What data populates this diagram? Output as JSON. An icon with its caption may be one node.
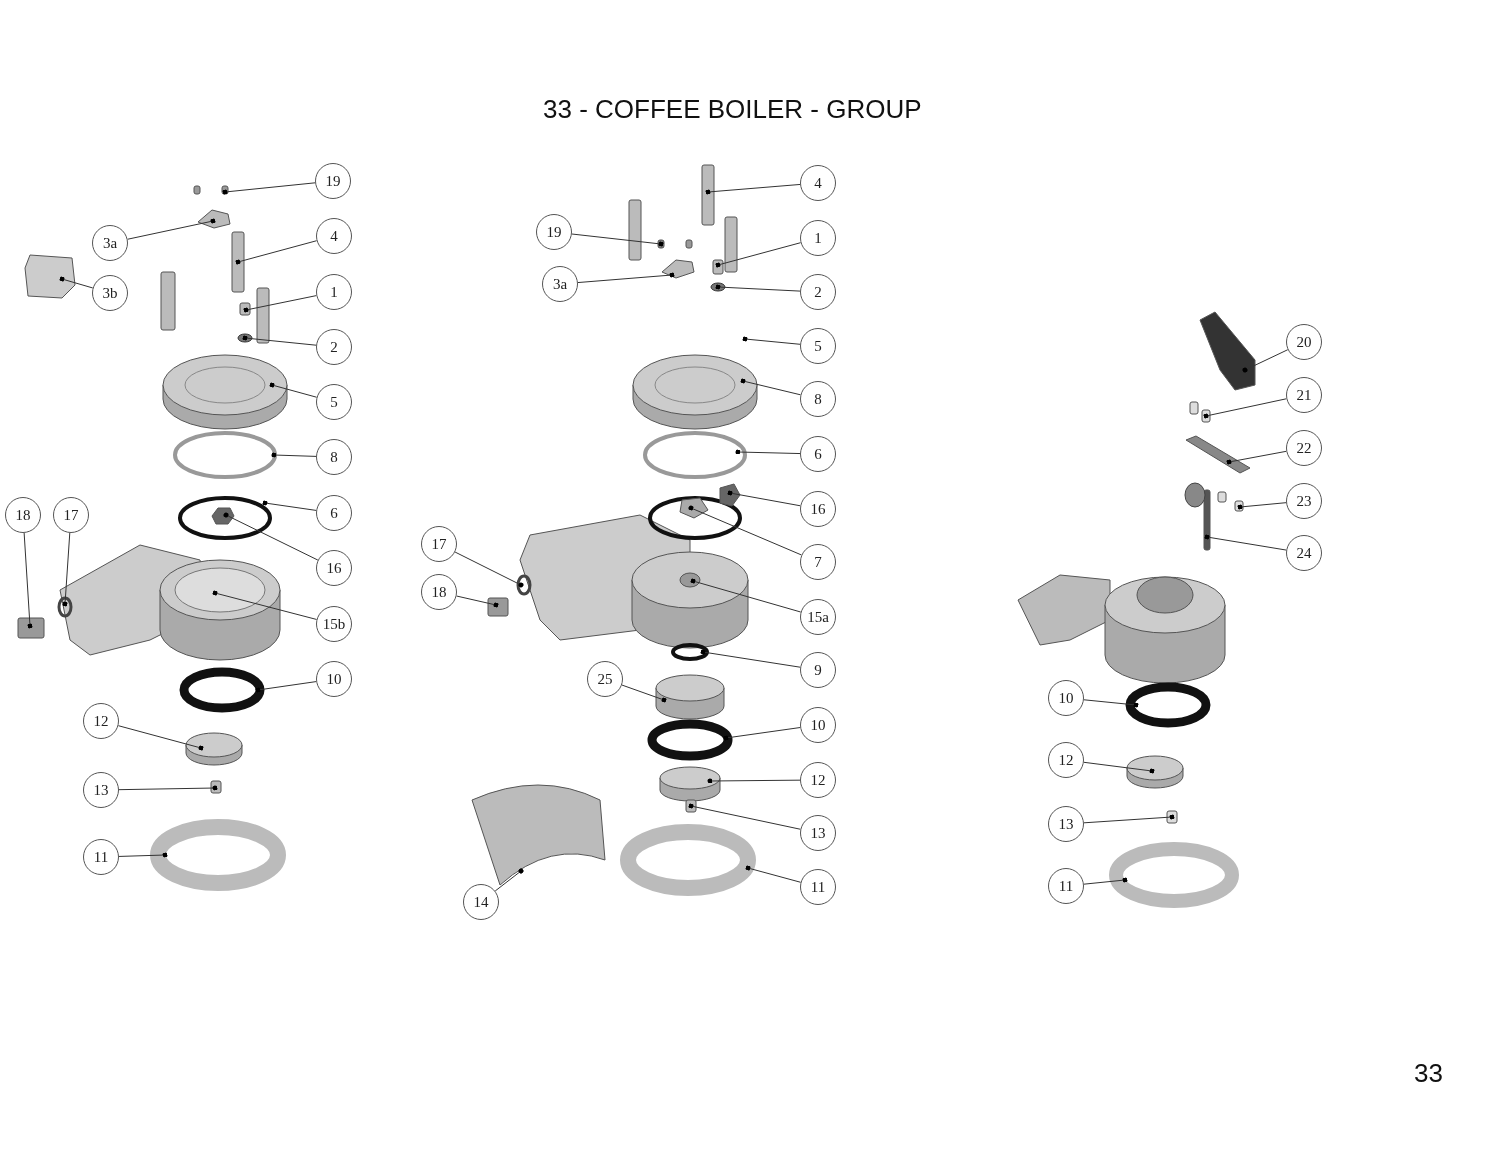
{
  "diagram": {
    "title": "33 - COFFEE BOILER - GROUP",
    "nodes": [
      {
        "text": [
          "19"
        ]
      },
      {
        "text": [
          "3a"
        ]
      },
      {
        "text": [
          "4"
        ]
      },
      {
        "text": [
          "3b"
        ]
      },
      {
        "text": [
          "1"
        ]
      },
      {
        "text": [
          "2"
        ]
      },
      {
        "text": [
          "5"
        ]
      },
      {
        "text": [
          "8"
        ]
      },
      {
        "text": [
          "6"
        ]
      },
      {
        "text": [
          "18"
        ]
      },
      {
        "text": [
          "17"
        ]
      },
      {
        "text": [
          "16"
        ]
      },
      {
        "text": [
          "15b"
        ]
      },
      {
        "text": [
          "10"
        ]
      },
      {
        "text": [
          "12"
        ]
      },
      {
        "text": [
          "13"
        ]
      },
      {
        "text": [
          "11"
        ]
      },
      {
        "text": [
          "4"
        ]
      },
      {
        "text": [
          "19"
        ]
      },
      {
        "text": [
          "1"
        ]
      },
      {
        "text": [
          "3a"
        ]
      },
      {
        "text": [
          "2"
        ]
      },
      {
        "text": [
          "5"
        ]
      },
      {
        "text": [
          "8"
        ]
      },
      {
        "text": [
          "6"
        ]
      },
      {
        "text": [
          "16"
        ]
      },
      {
        "text": [
          "17"
        ]
      },
      {
        "text": [
          "7"
        ]
      },
      {
        "text": [
          "18"
        ]
      },
      {
        "text": [
          "15a"
        ]
      },
      {
        "text": [
          "9"
        ]
      },
      {
        "text": [
          "25"
        ]
      },
      {
        "text": [
          "10"
        ]
      },
      {
        "text": [
          "12"
        ]
      },
      {
        "text": [
          "13"
        ]
      },
      {
        "text": [
          "11"
        ]
      },
      {
        "text": [
          "14"
        ]
      },
      {
        "text": [
          "20"
        ]
      },
      {
        "text": [
          "21"
        ]
      },
      {
        "text": [
          "22"
        ]
      },
      {
        "text": [
          "23"
        ]
      },
      {
        "text": [
          "24"
        ]
      },
      {
        "text": [
          "10"
        ]
      },
      {
        "text": [
          "12"
        ]
      },
      {
        "text": [
          "13"
        ]
      },
      {
        "text": [
          "11"
        ]
      }
    ],
    "edges": [
      {
        "from": 0,
        "to": null,
        "arrow": "other"
      },
      {
        "from": 1,
        "to": null,
        "arrow": "other"
      },
      {
        "from": 2,
        "to": null,
        "arrow": "other"
      },
      {
        "from": 3,
        "to": null,
        "arrow": "other"
      },
      {
        "from": 4,
        "to": null,
        "arrow": "other"
      },
      {
        "from": 5,
        "to": null,
        "arrow": "other"
      },
      {
        "from": 6,
        "to": null,
        "arrow": "other"
      },
      {
        "from": 7,
        "to": null,
        "arrow": "other"
      },
      {
        "from": 8,
        "to": null,
        "arrow": "other"
      },
      {
        "from": 9,
        "to": null,
        "arrow": "other"
      },
      {
        "from": 10,
        "to": null,
        "arrow": "other"
      },
      {
        "from": 11,
        "to": null,
        "arrow": "other"
      },
      {
        "from": 12,
        "to": null,
        "arrow": "other"
      },
      {
        "from": 13,
        "to": null,
        "arrow": "other"
      },
      {
        "from": 14,
        "to": null,
        "arrow": "other"
      },
      {
        "from": 15,
        "to": null,
        "arrow": "other"
      },
      {
        "from": 16,
        "to": null,
        "arrow": "other"
      },
      {
        "from": 17,
        "to": null,
        "arrow": "other"
      },
      {
        "from": 18,
        "to": null,
        "arrow": "other"
      },
      {
        "from": 19,
        "to": null,
        "arrow": "other"
      },
      {
        "from": 20,
        "to": null,
        "arrow": "other"
      },
      {
        "from": 21,
        "to": null,
        "arrow": "other"
      },
      {
        "from": 22,
        "to": null,
        "arrow": "other"
      },
      {
        "from": 23,
        "to": null,
        "arrow": "other"
      },
      {
        "from": 24,
        "to": null,
        "arrow": "other"
      },
      {
        "from": 25,
        "to": null,
        "arrow": "other"
      },
      {
        "from": 26,
        "to": null,
        "arrow": "other"
      },
      {
        "from": 27,
        "to": null,
        "arrow": "other"
      },
      {
        "from": 28,
        "to": null,
        "arrow": "other"
      },
      {
        "from": 29,
        "to": null,
        "arrow": "other"
      },
      {
        "from": 30,
        "to": null,
        "arrow": "other"
      },
      {
        "from": 31,
        "to": null,
        "arrow": "other"
      },
      {
        "from": 32,
        "to": null,
        "arrow": "other"
      },
      {
        "from": 33,
        "to": null,
        "arrow": "other"
      },
      {
        "from": 34,
        "to": null,
        "arrow": "other"
      },
      {
        "from": 35,
        "to": null,
        "arrow": "other"
      },
      {
        "from": 36,
        "to": null,
        "arrow": "other"
      },
      {
        "from": 37,
        "to": null,
        "arrow": "other"
      },
      {
        "from": 38,
        "to": null,
        "arrow": "other"
      },
      {
        "from": 39,
        "to": null,
        "arrow": "other"
      },
      {
        "from": 40,
        "to": null,
        "arrow": "other"
      },
      {
        "from": 41,
        "to": null,
        "arrow": "other"
      },
      {
        "from": 42,
        "to": null,
        "arrow": "other"
      },
      {
        "from": 43,
        "to": null,
        "arrow": "other"
      },
      {
        "from": 44,
        "to": null,
        "arrow": "other"
      },
      {
        "from": 45,
        "to": null,
        "arrow": "other"
      }
    ],
    "labels": [
      "33"
    ]
  }
}
